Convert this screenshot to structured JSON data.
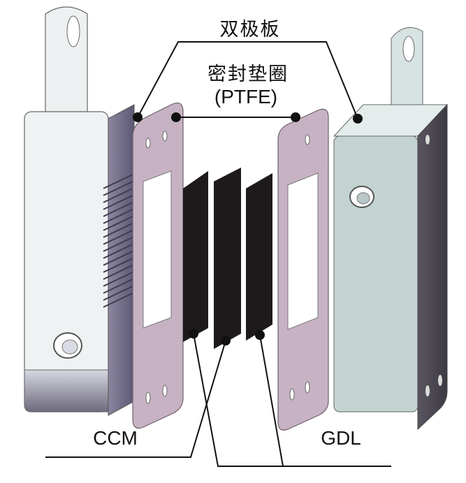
{
  "labels": {
    "bipolar_plate": "双极板",
    "gasket": "密封垫圈",
    "gasket_material": "(PTFE)",
    "ccm": "CCM",
    "gdl": "GDL"
  },
  "colors": {
    "plate_face_left": "#e9eef0",
    "plate_side": "#6f6a84",
    "plate_face_right": "#c3d3d2",
    "gasket": "#c7b2c4",
    "membrane": "#1e1a1c",
    "leader": "#111111"
  }
}
